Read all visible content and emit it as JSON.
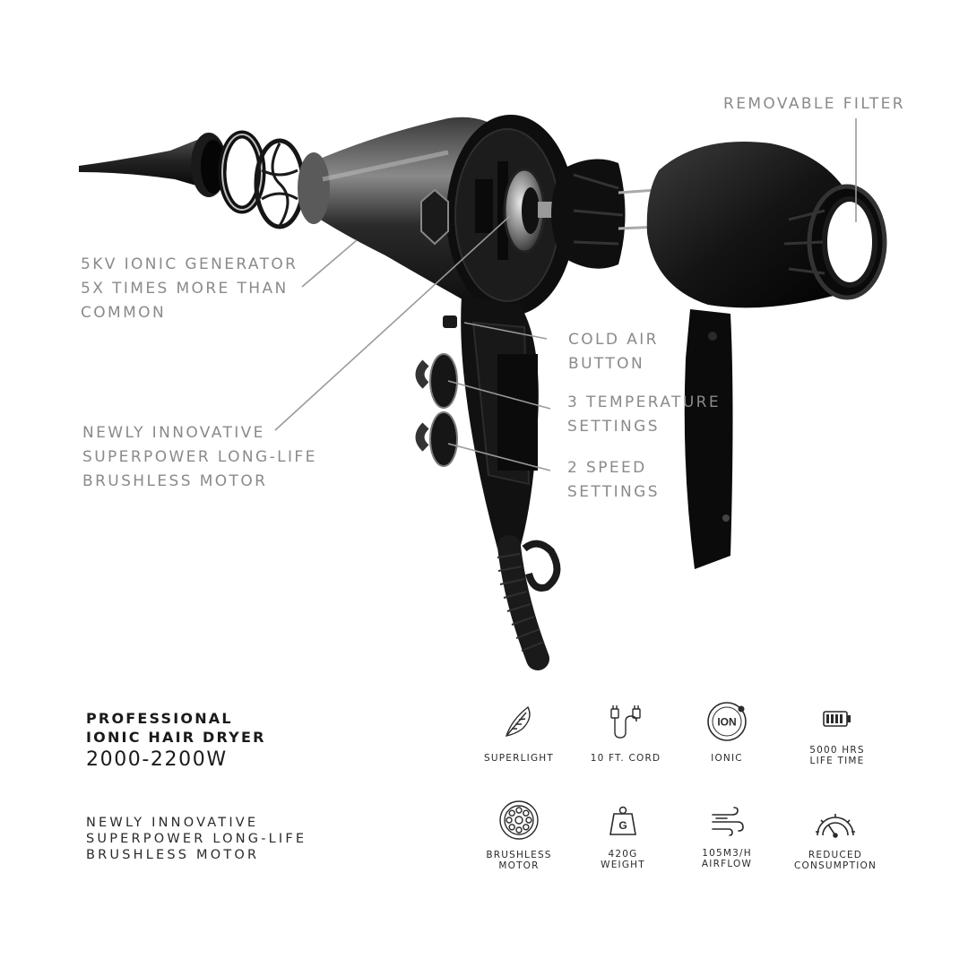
{
  "callouts": {
    "removable_filter": [
      "REMOVABLE FILTER"
    ],
    "ionic_generator": [
      "5KV IONIC GENERATOR",
      "5X TIMES MORE THAN",
      "COMMON"
    ],
    "motor": [
      "NEWLY INNOVATIVE",
      "SUPERPOWER LONG-LIFE",
      "BRUSHLESS MOTOR"
    ],
    "cold_air": [
      "COLD AIR",
      "BUTTON"
    ],
    "temperature": [
      "3 TEMPERATURE",
      "SETTINGS"
    ],
    "speed": [
      "2 SPEED",
      "SETTINGS"
    ]
  },
  "product": {
    "title": [
      "PROFESSIONAL",
      "IONIC HAIR DRYER"
    ],
    "power": "2000-2200W",
    "motor": [
      "NEWLY INNOVATIVE",
      "SUPERPOWER LONG-LIFE",
      "BRUSHLESS MOTOR"
    ]
  },
  "features": [
    {
      "icon": "feather-icon",
      "label": [
        "SUPERLIGHT"
      ]
    },
    {
      "icon": "plug-cord-icon",
      "label": [
        "10 FT. CORD"
      ]
    },
    {
      "icon": "ion-icon",
      "icon_text": "ION",
      "label": [
        "IONIC"
      ]
    },
    {
      "icon": "battery-icon",
      "label": [
        "5000 HRS",
        "LIFE TIME"
      ]
    },
    {
      "icon": "brushless-motor-icon",
      "label": [
        "BRUSHLESS",
        "MOTOR"
      ]
    },
    {
      "icon": "weight-icon",
      "icon_text": "G",
      "label": [
        "420G",
        "WEIGHT"
      ]
    },
    {
      "icon": "airflow-icon",
      "label": [
        "105M3/H",
        "AIRFLOW"
      ]
    },
    {
      "icon": "gauge-icon",
      "label": [
        "REDUCED",
        "CONSUMPTION"
      ]
    }
  ],
  "colors": {
    "callout_text": "#8a8a8a",
    "leader_line": "#9a9a9a",
    "dark_text": "#1a1a1a",
    "product_body": "#1e1e1e"
  }
}
